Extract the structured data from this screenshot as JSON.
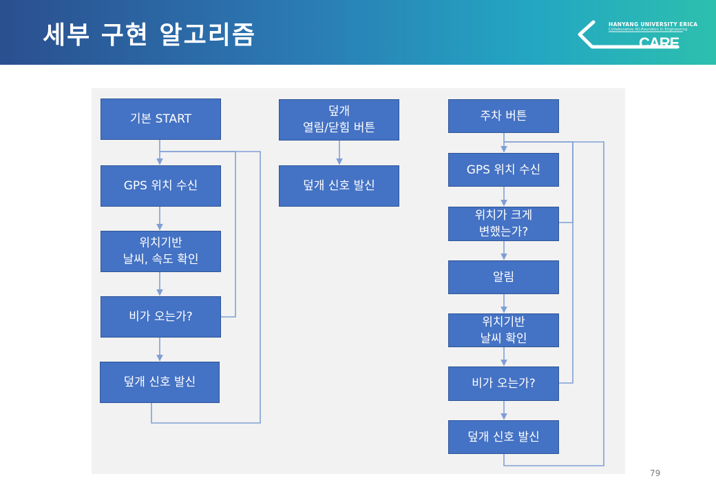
{
  "slide": {
    "title": "세부 구현 알고리즘",
    "page_number": "79"
  },
  "logo": {
    "university": "HANYANG UNIVERSITY ERICA",
    "subtitle": "Collaborative All-Rounders in Engineering",
    "name": "CARE"
  },
  "flow_left": {
    "start": "기본 START",
    "gps": "GPS 위치 수신",
    "weather": "위치기반\n날씨, 속도 확인",
    "rain": "비가 오는가?",
    "signal": "덮개 신호 발신"
  },
  "flow_middle": {
    "button": "덮개\n열림/닫힘 버튼",
    "signal": "덮개 신호 발신"
  },
  "flow_right": {
    "button": "주차 버튼",
    "gps": "GPS 위치 수신",
    "moved": "위치가 크게\n변했는가?",
    "alarm": "알림",
    "weather": "위치기반\n날씨 확인",
    "rain": "비가 오는가?",
    "signal": "덮개 신호 발신"
  },
  "colors": {
    "box_fill": "#4472c4",
    "box_border": "#2f5597",
    "connector": "#7f9fd4"
  }
}
